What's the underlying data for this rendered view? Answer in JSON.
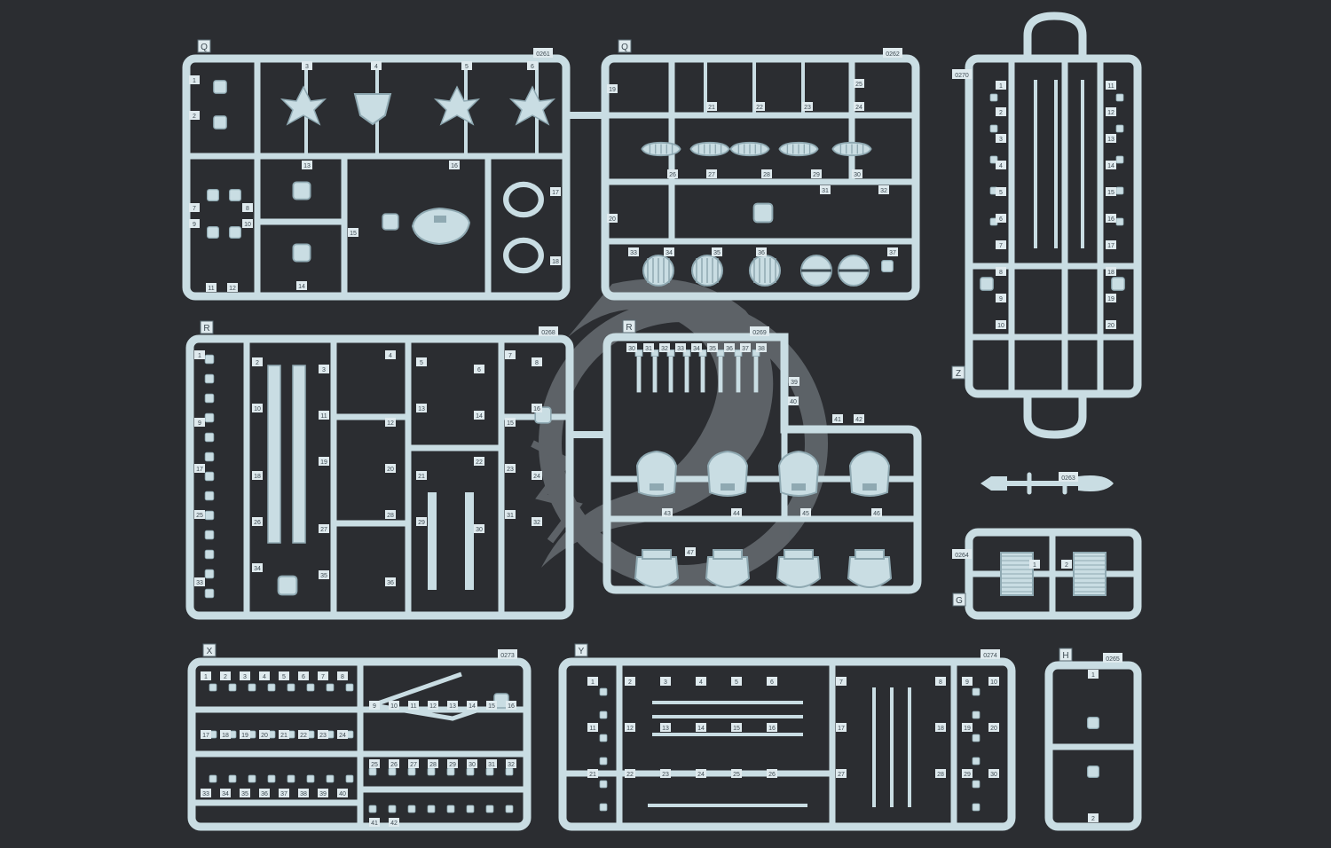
{
  "colors": {
    "background": "#2b2d31",
    "plastic": "#c9dde3",
    "plastic_dark": "#8fa9b2",
    "watermark": "#9aa4aa"
  },
  "watermark": {
    "icon": "dragon-icon"
  },
  "sprues": [
    {
      "id": "q1",
      "letter": "Q",
      "code": "0261",
      "numbers": [
        "1",
        "2",
        "3",
        "4",
        "5",
        "6",
        "7",
        "8",
        "9",
        "10",
        "11",
        "12",
        "13",
        "14",
        "15",
        "16",
        "17",
        "18"
      ],
      "parts": [
        "rudder-bracket",
        "seat-part",
        "bird-emblem",
        "shield-emblem",
        "star-emblem",
        "winged-emblem",
        "link-part",
        "link-part",
        "ring-frame",
        "ring-frame",
        "oval-ring",
        "oval-ring",
        "stand-frame",
        "tower-part",
        "ramp-part",
        "hull-plate",
        "turret-mount",
        "turret-mount"
      ]
    },
    {
      "id": "q2",
      "letter": "Q",
      "code": "0262",
      "numbers": [
        "19",
        "20",
        "21",
        "22",
        "23",
        "24",
        "25",
        "26",
        "27",
        "28",
        "29",
        "30",
        "31",
        "32",
        "33",
        "34",
        "35",
        "36",
        "37"
      ],
      "parts": [
        "boat-hull",
        "boat-hull",
        "boat-hull",
        "boat-hull",
        "boat-hull",
        "grille-disc",
        "grille-disc",
        "grille-disc",
        "round-hatch",
        "round-hatch",
        "bipod-frame",
        "small-box"
      ]
    },
    {
      "id": "r1",
      "letter": "R",
      "code": "0268",
      "numbers": [
        "1",
        "2",
        "3",
        "4",
        "5",
        "6",
        "7",
        "8",
        "9",
        "10",
        "11",
        "12",
        "13",
        "14",
        "15",
        "16",
        "17",
        "18",
        "19",
        "20",
        "21",
        "22",
        "23",
        "24",
        "25",
        "26",
        "27",
        "28",
        "29",
        "30",
        "31",
        "32",
        "33",
        "34",
        "35",
        "36"
      ],
      "parts": [
        "long-beam",
        "long-beam",
        "deck-strip",
        "deck-strip",
        "round-mount",
        "round-mount",
        "small-bracket"
      ]
    },
    {
      "id": "r2",
      "letter": "R",
      "code": "0269",
      "numbers": [
        "30",
        "31",
        "32",
        "33",
        "34",
        "35",
        "36",
        "37",
        "38",
        "39",
        "40",
        "41",
        "42",
        "43",
        "44",
        "45",
        "46",
        "47"
      ],
      "parts": [
        "gun-barrel",
        "gun-barrel",
        "gun-barrel",
        "gun-barrel",
        "gun-barrel",
        "gun-barrel",
        "turret-shield",
        "turret-shield",
        "turret-shield",
        "turret-shield",
        "turret-base",
        "turret-base",
        "turret-base",
        "turret-base"
      ]
    },
    {
      "id": "z1",
      "letter": "Z",
      "code": "0270",
      "numbers": [
        "1",
        "2",
        "3",
        "4",
        "5",
        "6",
        "7",
        "8",
        "9",
        "10",
        "11",
        "12",
        "13",
        "14",
        "15",
        "16",
        "17",
        "18",
        "19",
        "20"
      ],
      "parts": [
        "mast",
        "mast",
        "mast",
        "yard-arm",
        "yard-arm",
        "tripod"
      ]
    },
    {
      "id": "t1",
      "letter": "",
      "code": "0263",
      "numbers": [],
      "parts": [
        "torpedo-shape"
      ]
    },
    {
      "id": "g1",
      "letter": "G",
      "code": "0264",
      "numbers": [
        "1",
        "2"
      ],
      "parts": [
        "grating-panel",
        "grating-panel"
      ]
    },
    {
      "id": "x1",
      "letter": "X",
      "code": "0273",
      "numbers": [
        "1",
        "2",
        "3",
        "4",
        "5",
        "6",
        "7",
        "8",
        "9",
        "10",
        "11",
        "12",
        "13",
        "14",
        "15",
        "16",
        "17",
        "18",
        "19",
        "20",
        "21",
        "22",
        "23",
        "24",
        "25",
        "26",
        "27",
        "28",
        "29",
        "30",
        "31",
        "32",
        "33",
        "34",
        "35",
        "36",
        "37",
        "38",
        "39",
        "40",
        "41",
        "42"
      ],
      "parts": [
        "crane-jib",
        "small-fitting"
      ]
    },
    {
      "id": "y1",
      "letter": "Y",
      "code": "0274",
      "numbers": [
        "1",
        "2",
        "3",
        "4",
        "5",
        "6",
        "7",
        "8",
        "9",
        "10",
        "11",
        "12",
        "13",
        "14",
        "15",
        "16",
        "17",
        "18",
        "19",
        "20",
        "21",
        "22",
        "23",
        "24",
        "25",
        "26",
        "27",
        "28",
        "29",
        "30"
      ],
      "parts": [
        "long-rod",
        "long-rod",
        "long-rod",
        "long-rod",
        "boom",
        "boom",
        "boom"
      ]
    },
    {
      "id": "h1",
      "letter": "H",
      "code": "0265",
      "numbers": [
        "1",
        "2"
      ],
      "parts": [
        "anchor-part"
      ]
    }
  ]
}
